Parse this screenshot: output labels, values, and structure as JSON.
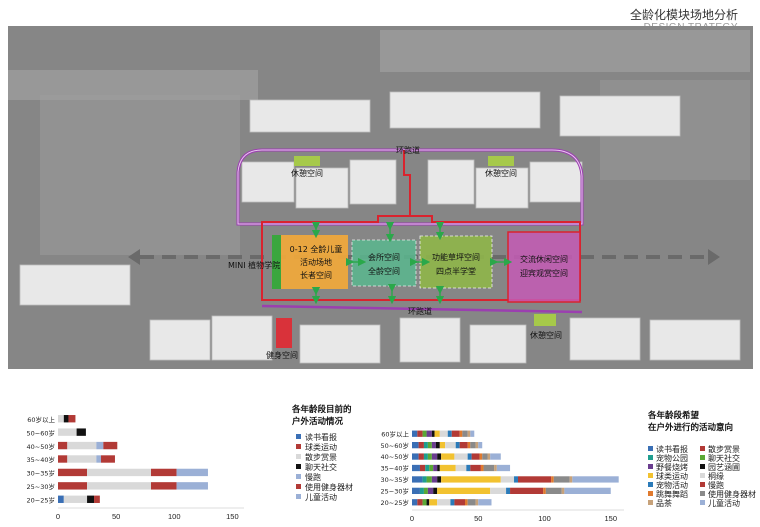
{
  "header": {
    "title": "全龄化模块场地分析",
    "subtitle": "DESIGN TRATEGY"
  },
  "plan": {
    "labels": {
      "track_top": "环跑道",
      "track_bottom": "环跑道",
      "rest_left": "休憩空间",
      "rest_right": "休憩空间",
      "rest_bottom": "休憩空间",
      "museum": "MINI 植物学院",
      "kids_line1": "0-12 全龄儿童",
      "kids_line2": "活动场地",
      "kids_line3": "长者空间",
      "club_line1": "会所空间",
      "club_line2": "全龄空间",
      "lawn_line1": "功能草坪空间",
      "lawn_line2": "四点半学堂",
      "social_line1": "交流休闲空间",
      "social_line2": "迎宾观赏空间",
      "fitness": "健身空间"
    },
    "colors": {
      "track": "#9b3fb0",
      "boundary": "#d9232e",
      "kids": "#f2a93b",
      "club": "#5ab88f",
      "lawn": "#8fb64a",
      "social": "#c45bb5",
      "rest": "#a6c94a",
      "fitness": "#d9323a",
      "museum": "#3aa63e",
      "arrow": "#2aa84a"
    }
  },
  "chart_data": [
    {
      "type": "bar",
      "stacked": true,
      "orientation": "horizontal",
      "title": "各年龄段目前的户外活动情况",
      "categories": [
        "60岁以上",
        "50~60岁",
        "40~50岁",
        "35~40岁",
        "30~35岁",
        "25~30岁",
        "20~25岁"
      ],
      "series": [
        {
          "name": "读书看报",
          "color": "#3a6fb5",
          "values": [
            0,
            0,
            0,
            0,
            0,
            0,
            5
          ]
        },
        {
          "name": "球类运动",
          "color": "#b23a36",
          "values": [
            0,
            0,
            8,
            8,
            25,
            25,
            0
          ]
        },
        {
          "name": "散步赏景",
          "color": "#d9d9d9",
          "values": [
            5,
            16,
            25,
            25,
            55,
            55,
            20
          ]
        },
        {
          "name": "聊天社交",
          "color": "#111111",
          "values": [
            4,
            8,
            0,
            0,
            0,
            0,
            6
          ]
        },
        {
          "name": "慢跑",
          "color": "#9bb0d6",
          "values": [
            0,
            0,
            6,
            4,
            0,
            0,
            0
          ]
        },
        {
          "name": "使用健身器材",
          "color": "#b23a36",
          "values": [
            6,
            0,
            12,
            12,
            22,
            22,
            5
          ]
        },
        {
          "name": "儿童活动",
          "color": "#9bb0d6",
          "values": [
            0,
            0,
            0,
            0,
            27,
            27,
            0
          ]
        }
      ],
      "xticks": [
        "0",
        "50",
        "100",
        "150"
      ],
      "xlim": [
        0,
        160
      ]
    },
    {
      "type": "bar",
      "stacked": true,
      "orientation": "horizontal",
      "title": "各年龄段希望在户外进行的活动意向",
      "categories": [
        "60岁以上",
        "50~60岁",
        "40~50岁",
        "35~40岁",
        "30~35岁",
        "25~30岁",
        "20~25岁"
      ],
      "series": [
        {
          "name": "读书看报",
          "color": "#3a6fb5",
          "values": [
            4,
            5,
            5,
            6,
            8,
            6,
            4
          ]
        },
        {
          "name": "散步赏景",
          "color": "#b23a36",
          "values": [
            4,
            4,
            4,
            4,
            0,
            0,
            4
          ]
        },
        {
          "name": "宠物公园",
          "color": "#1f9e8f",
          "values": [
            0,
            3,
            3,
            3,
            3,
            3,
            0
          ]
        },
        {
          "name": "聊天社交",
          "color": "#5aa835",
          "values": [
            3,
            3,
            3,
            3,
            4,
            3,
            3
          ]
        },
        {
          "name": "野餐烧烤",
          "color": "#6a3d8f",
          "values": [
            4,
            3,
            4,
            3,
            4,
            4,
            0
          ]
        },
        {
          "name": "园艺涵圃",
          "color": "#111111",
          "values": [
            2,
            3,
            3,
            2,
            3,
            3,
            2
          ]
        },
        {
          "name": "球类运动",
          "color": "#f2c230",
          "values": [
            4,
            4,
            10,
            12,
            45,
            40,
            6
          ]
        },
        {
          "name": "桐缘",
          "color": "#d9d9d9",
          "values": [
            6,
            8,
            10,
            8,
            10,
            12,
            10
          ]
        },
        {
          "name": "宠物活动",
          "color": "#2b7bb9",
          "values": [
            3,
            3,
            3,
            3,
            3,
            3,
            3
          ]
        },
        {
          "name": "慢跑",
          "color": "#b23a36",
          "values": [
            6,
            6,
            6,
            8,
            25,
            25,
            8
          ]
        },
        {
          "name": "跳舞舞蹈",
          "color": "#e07a2e",
          "values": [
            2,
            2,
            2,
            2,
            2,
            2,
            2
          ]
        },
        {
          "name": "使用健身器材",
          "color": "#8a8a8a",
          "values": [
            4,
            4,
            4,
            8,
            12,
            12,
            6
          ]
        },
        {
          "name": "品茶",
          "color": "#c7a27a",
          "values": [
            2,
            2,
            2,
            2,
            2,
            2,
            2
          ]
        },
        {
          "name": "儿童活动",
          "color": "#9bb0d6",
          "values": [
            3,
            3,
            8,
            10,
            35,
            35,
            10
          ]
        }
      ],
      "xticks": [
        "0",
        "50",
        "100",
        "150"
      ],
      "xlim": [
        0,
        160
      ]
    }
  ],
  "legend1": {
    "title_line1": "各年龄段目前的",
    "title_line2": "户外活动情况",
    "items": [
      "读书看报",
      "球类运动",
      "散步赏景",
      "聊天社交",
      "慢跑",
      "使用健身器材",
      "儿童活动"
    ],
    "colors": [
      "#3a6fb5",
      "#b23a36",
      "#d9d9d9",
      "#111111",
      "#9bb0d6",
      "#b23a36",
      "#9bb0d6"
    ]
  },
  "legend2": {
    "title_line1": "各年龄段希望",
    "title_line2": "在户外进行的活动意向",
    "left_items": [
      "读书看报",
      "宠物公园",
      "野餐烧烤",
      "球类运动",
      "宠物活动",
      "跳舞舞蹈",
      "品茶"
    ],
    "left_colors": [
      "#3a6fb5",
      "#1f9e8f",
      "#6a3d8f",
      "#f2c230",
      "#2b7bb9",
      "#e07a2e",
      "#c7a27a"
    ],
    "right_items": [
      "散步赏景",
      "聊天社交",
      "园艺涵圃",
      "桐缘",
      "慢跑",
      "使用健身器材",
      "儿童活动"
    ],
    "right_colors": [
      "#b23a36",
      "#5aa835",
      "#111111",
      "#d9d9d9",
      "#b23a36",
      "#8a8a8a",
      "#9bb0d6"
    ]
  }
}
